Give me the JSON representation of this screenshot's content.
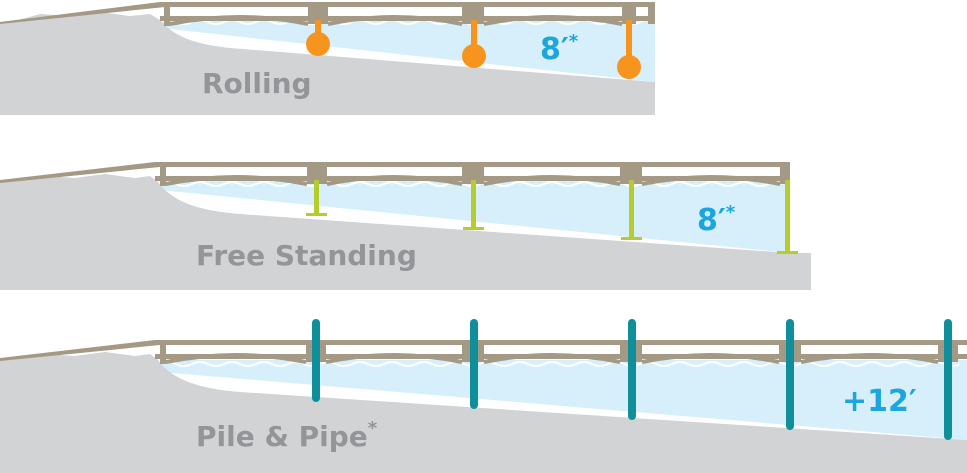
{
  "panels": [
    {
      "label": "Rolling",
      "depth": "8′",
      "depth_mark": "*",
      "label_mark": "",
      "post_style": "wheel",
      "post_color": "#f7941d"
    },
    {
      "label": "Free Standing",
      "depth": "8′",
      "depth_mark": "*",
      "label_mark": "",
      "post_style": "foot",
      "post_color": "#b5cc2e"
    },
    {
      "label": "Pile & Pipe",
      "depth": "+12′",
      "depth_mark": "",
      "label_mark": "*",
      "post_style": "pile",
      "post_color": "#0f8f9a"
    }
  ],
  "colors": {
    "ground": "#d1d3d4",
    "water": "#d6effa",
    "dock": "#a39985",
    "text": "#939598",
    "depth": "#1ba6e0"
  }
}
